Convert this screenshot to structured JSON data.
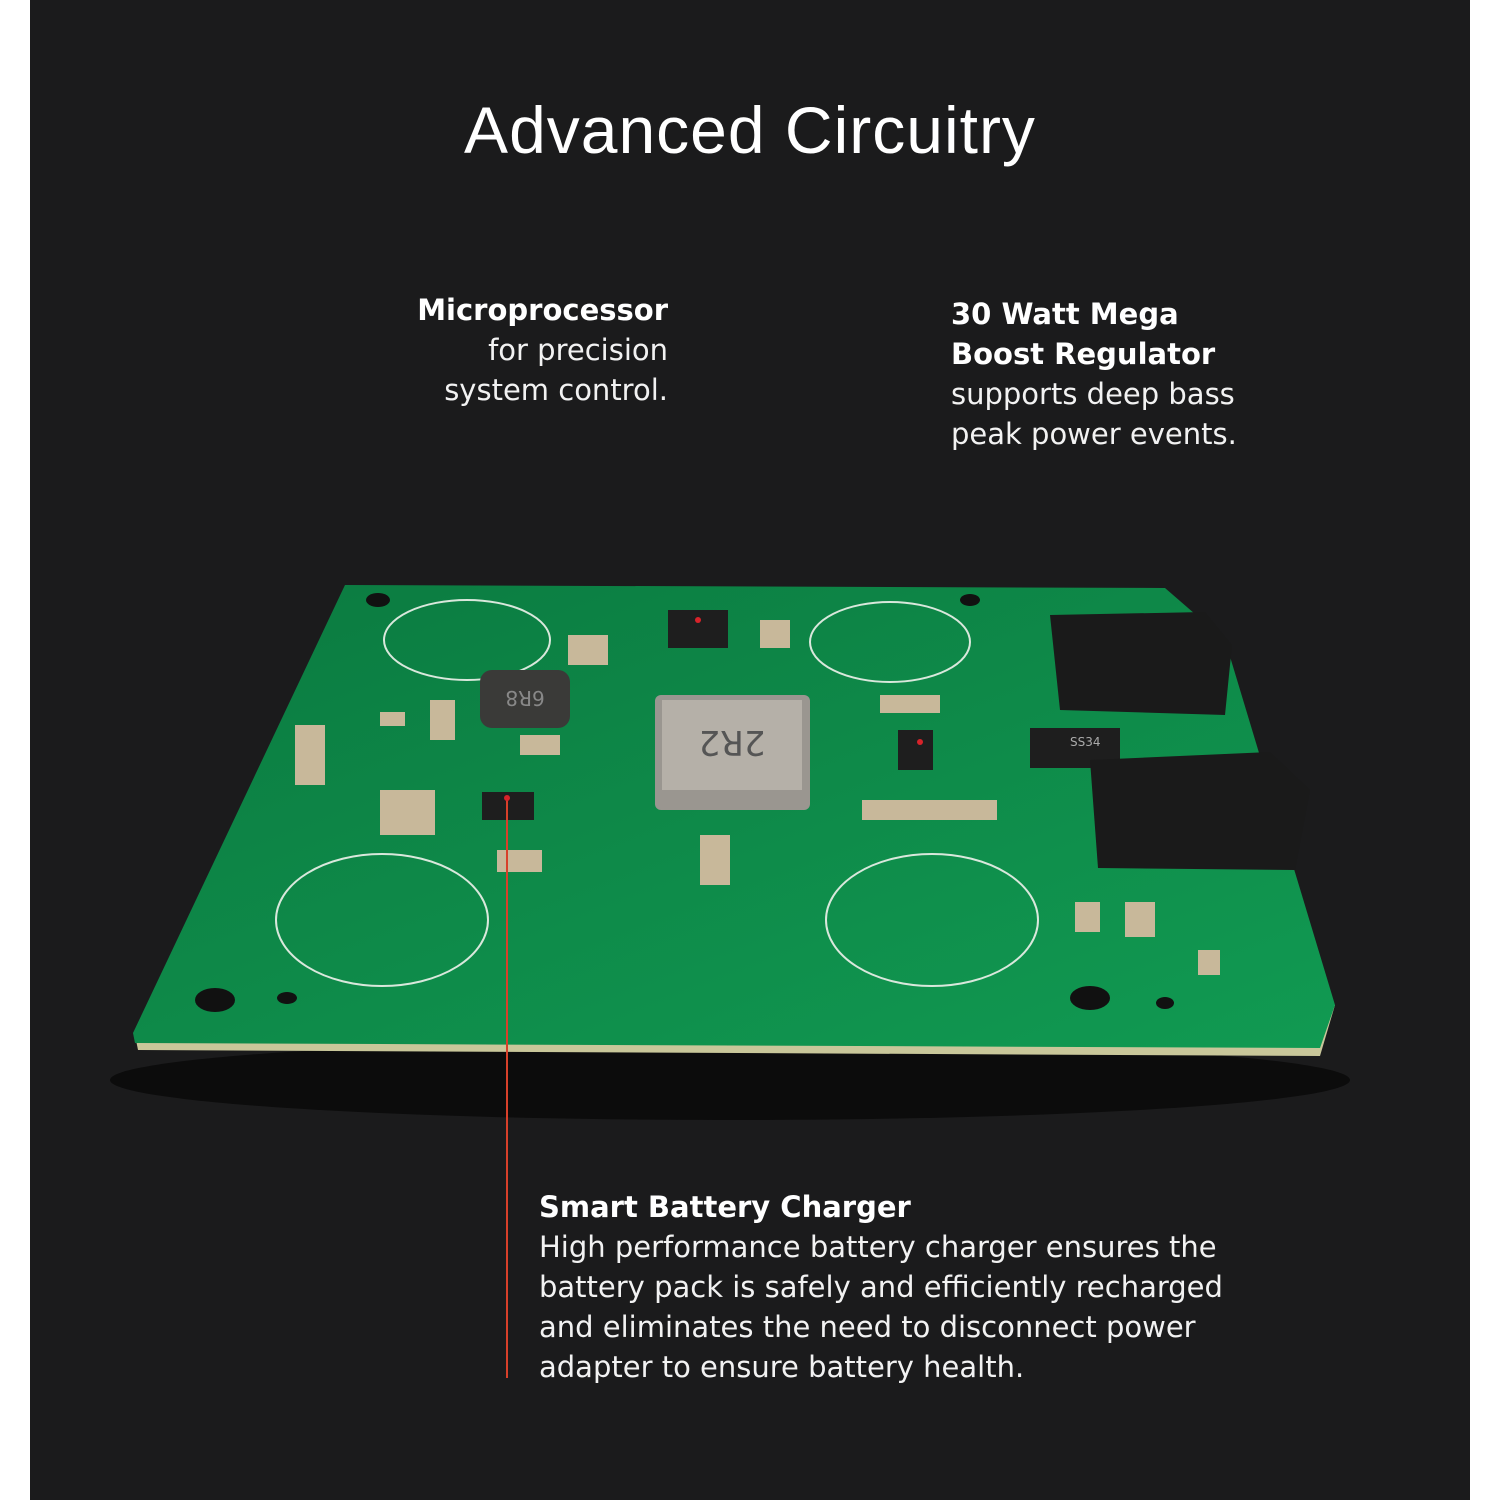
{
  "title": "Advanced Circuitry",
  "callouts": {
    "microprocessor": {
      "heading": "Microprocessor",
      "lines": [
        "for precision",
        "system control."
      ]
    },
    "regulator": {
      "heading_lines": [
        "30 Watt Mega",
        "Boost Regulator"
      ],
      "lines": [
        "supports deep bass",
        "peak power events."
      ]
    },
    "charger": {
      "heading": "Smart Battery Charger",
      "lines": [
        "High performance battery charger ensures the",
        "battery pack is safely and efficiently recharged",
        "and eliminates the need to disconnect power",
        "adapter to ensure battery health."
      ]
    }
  },
  "board_markings": {
    "main_inductor": "2R2",
    "small_inductor": "6R8",
    "diode": "SS34"
  },
  "colors": {
    "background": "#1b1b1c",
    "pcb": "#0f8a4a",
    "leader_line": "#e0402a"
  }
}
